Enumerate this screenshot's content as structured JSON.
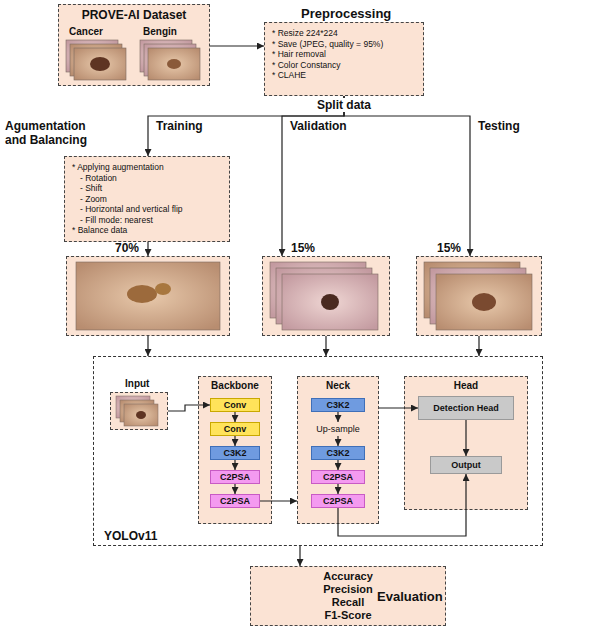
{
  "diagram": {
    "nodes": [
      {
        "text": [
          "PROVE-AI Dataset",
          "Cancer",
          "Bengin"
        ]
      },
      {
        "text": [
          "Preprocessing",
          "* Resize 224*224",
          "* Save (JPEG, quality = 95%)",
          "* Hair removal",
          "* Color Constancy",
          "* CLAHE"
        ]
      },
      {
        "text": [
          "Agumentation and Balancing",
          "* Applying augmentation",
          "- Rotation",
          "- Shift",
          "- Zoom",
          "- Horizontal and vertical flip",
          "- Fill mode: nearest",
          "* Balance data"
        ]
      },
      {
        "text": [
          "70%"
        ]
      },
      {
        "text": [
          "15%"
        ]
      },
      {
        "text": [
          "15%"
        ]
      },
      {
        "text": [
          "YOLOv11"
        ]
      },
      {
        "text": [
          "Input"
        ],
        "in": 6
      },
      {
        "text": [
          "Backbone"
        ],
        "in": 6
      },
      {
        "text": [
          "Conv"
        ],
        "in": 8
      },
      {
        "text": [
          "Conv"
        ],
        "in": 8
      },
      {
        "text": [
          "C3K2"
        ],
        "in": 8
      },
      {
        "text": [
          "C2PSA"
        ],
        "in": 8
      },
      {
        "text": [
          "C2PSA"
        ],
        "in": 8
      },
      {
        "text": [
          "Neck"
        ],
        "in": 6
      },
      {
        "text": [
          "C3K2"
        ],
        "in": 14
      },
      {
        "text": [
          "Up-sample"
        ],
        "in": 14
      },
      {
        "text": [
          "C3K2"
        ],
        "in": 14
      },
      {
        "text": [
          "C2PSA"
        ],
        "in": 14
      },
      {
        "text": [
          "C2PSA"
        ],
        "in": 14
      },
      {
        "text": [
          "Head"
        ],
        "in": 6
      },
      {
        "text": [
          "Detection Head"
        ],
        "in": 20
      },
      {
        "text": [
          "Output"
        ],
        "in": 20
      },
      {
        "text": [
          "Accuracy",
          "Precision",
          "Recall",
          "F1-Score",
          "Evaluation"
        ]
      }
    ],
    "edges": [
      {
        "from": 0,
        "to": 1,
        "arrow": "to"
      },
      {
        "from": 1,
        "to": 2,
        "label": "Training",
        "arrow": "to"
      },
      {
        "from": 1,
        "to": 4,
        "label": "Validation",
        "arrow": "to"
      },
      {
        "from": 1,
        "to": 5,
        "label": "Testing",
        "arrow": "to"
      },
      {
        "from": 2,
        "to": 3,
        "arrow": "to"
      },
      {
        "from": 3,
        "to": 6,
        "arrow": "to"
      },
      {
        "from": 4,
        "to": 6,
        "arrow": "to"
      },
      {
        "from": 5,
        "to": 6,
        "arrow": "to"
      },
      {
        "from": 7,
        "to": 9,
        "arrow": "to"
      },
      {
        "from": 9,
        "to": 10,
        "arrow": "to"
      },
      {
        "from": 10,
        "to": 11,
        "arrow": "to"
      },
      {
        "from": 11,
        "to": 12,
        "arrow": "to"
      },
      {
        "from": 12,
        "to": 13,
        "arrow": "to"
      },
      {
        "from": 13,
        "to": 14,
        "arrow": "to"
      },
      {
        "from": 15,
        "to": 16,
        "arrow": "to"
      },
      {
        "from": 16,
        "to": 17,
        "arrow": "to"
      },
      {
        "from": 17,
        "to": 18,
        "arrow": "to"
      },
      {
        "from": 18,
        "to": 19,
        "arrow": "to"
      },
      {
        "from": 14,
        "to": 21,
        "arrow": "to"
      },
      {
        "from": 19,
        "to": 22,
        "arrow": "to"
      },
      {
        "from": 21,
        "to": 22,
        "arrow": "to"
      },
      {
        "from": 6,
        "to": 23,
        "arrow": "to"
      }
    ],
    "labels": [
      "Split data"
    ]
  }
}
